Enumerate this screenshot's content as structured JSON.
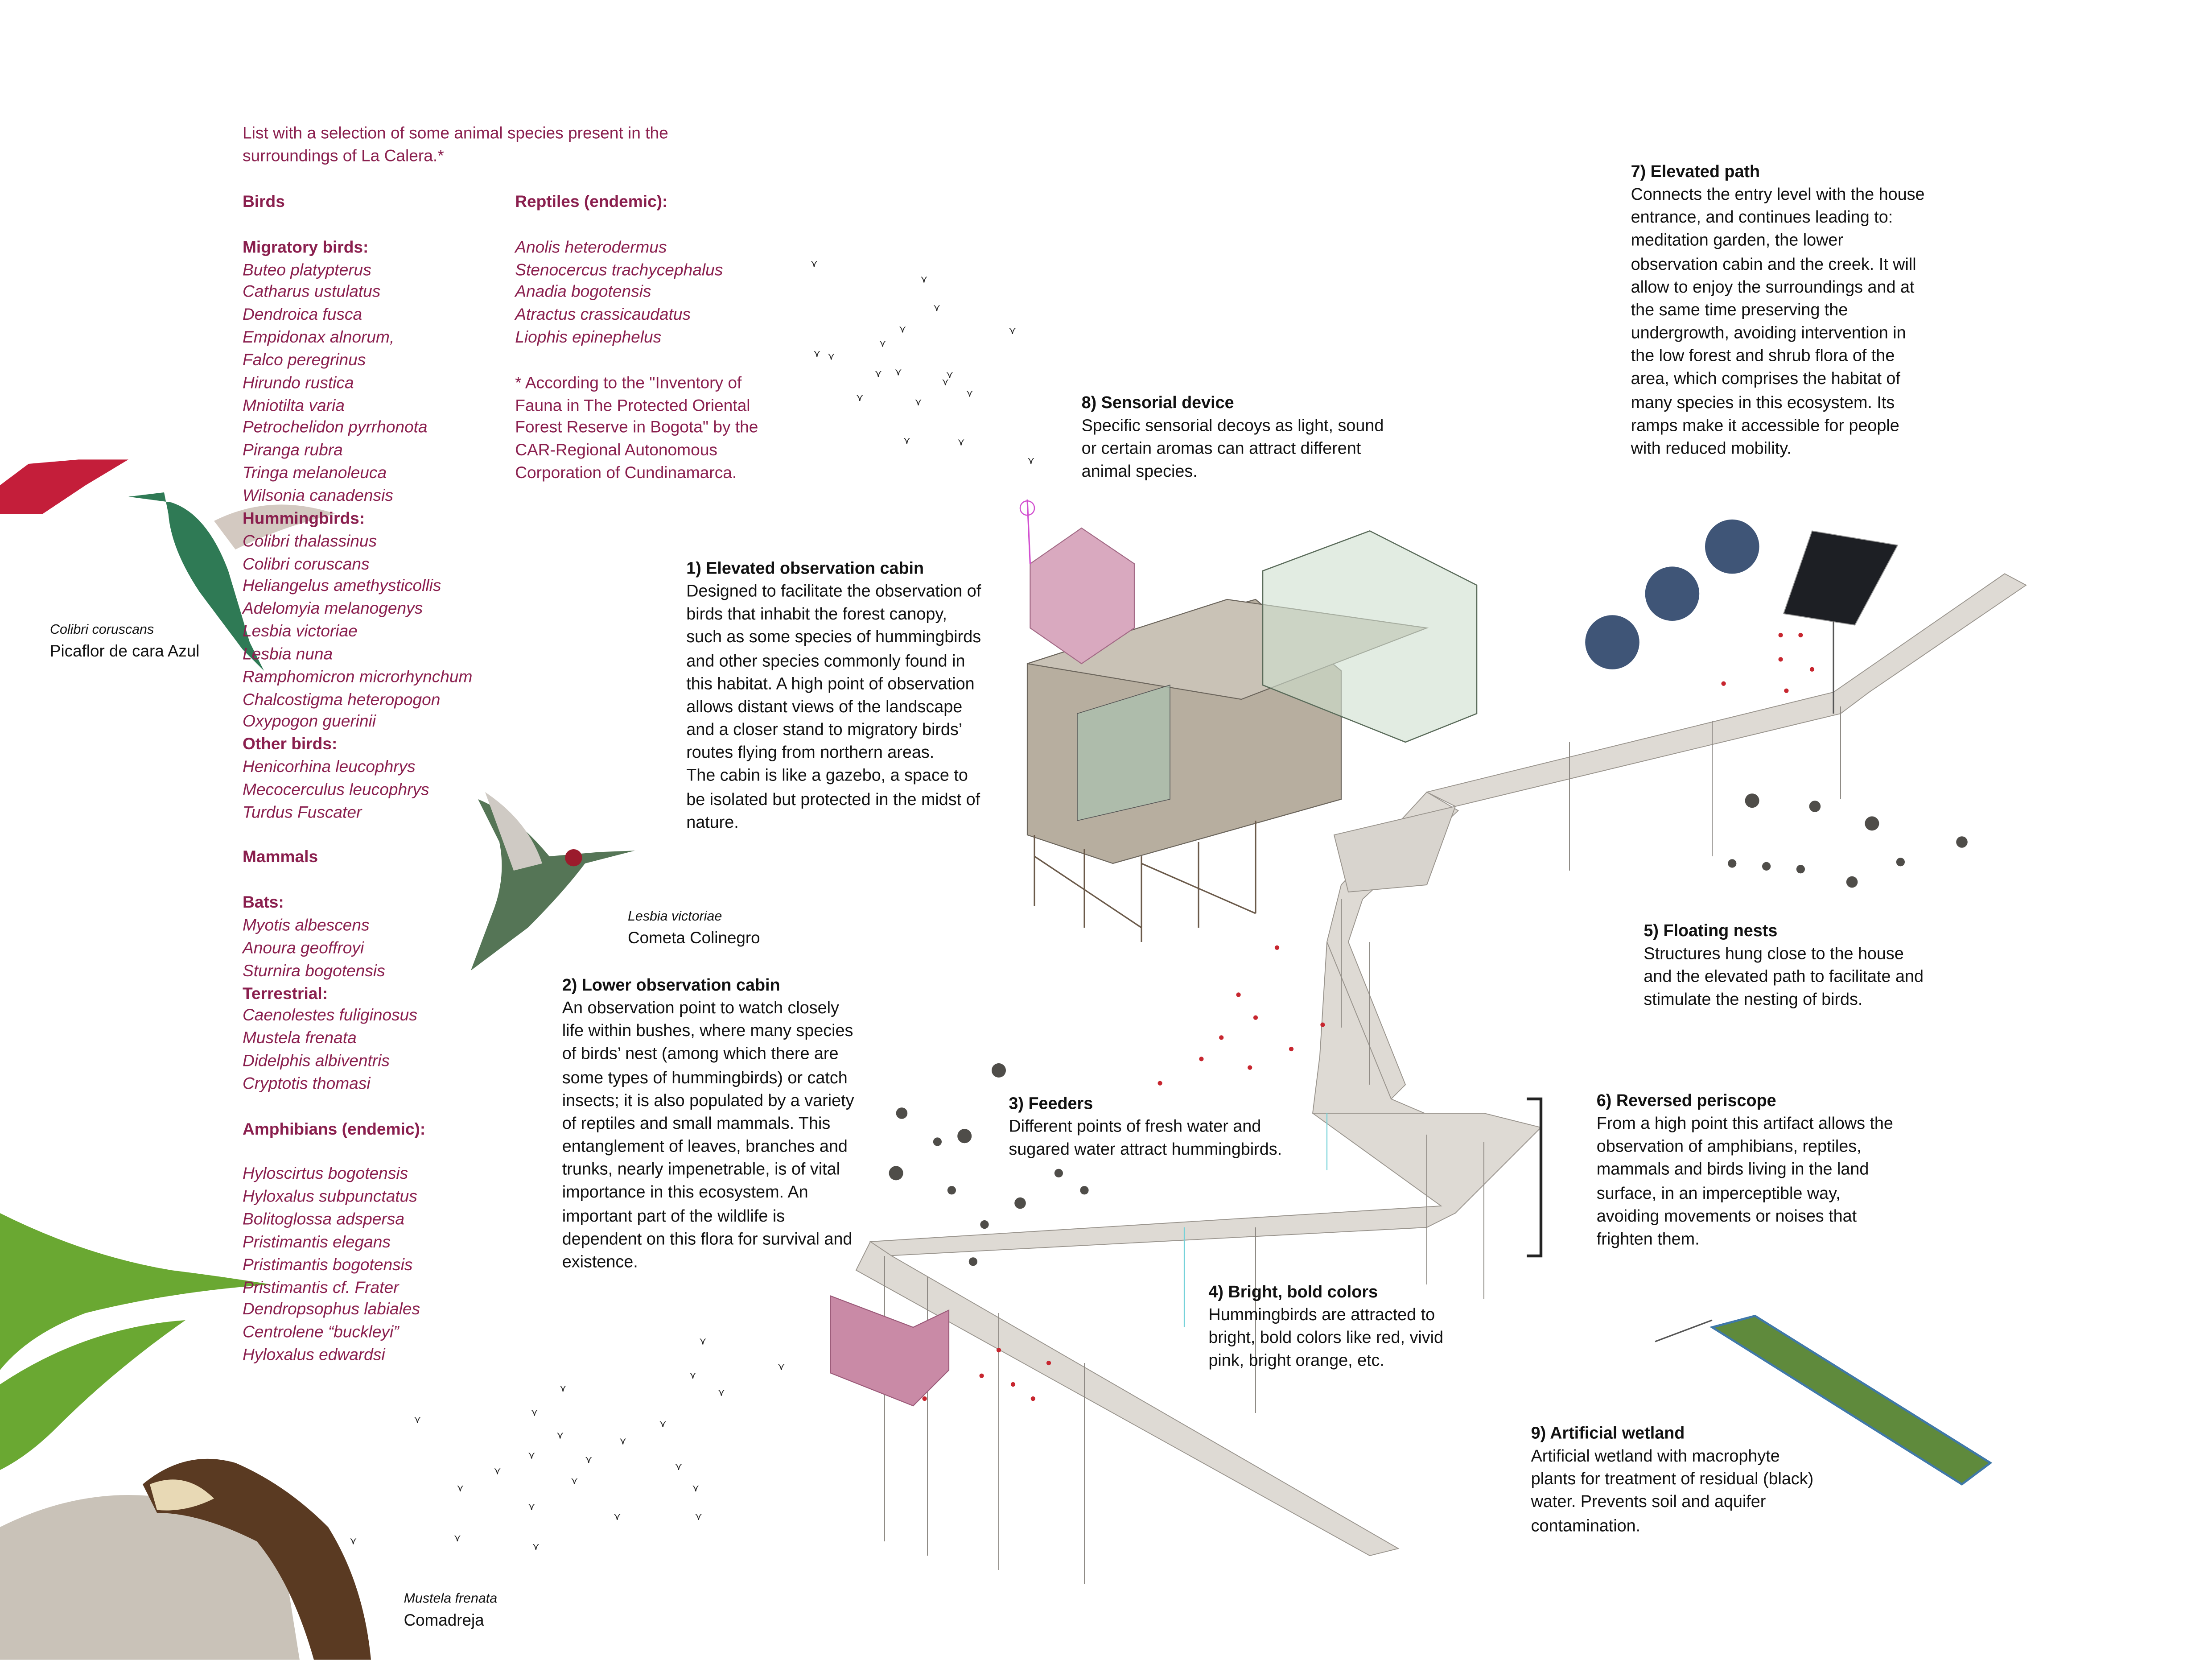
{
  "intro": "List with a selection of some animal species present in the surroundings of La Calera.*",
  "birds": {
    "title": "Birds",
    "migratory_title": "Migratory birds:",
    "migratory": [
      "Buteo platypterus",
      "Catharus ustulatus",
      "Dendroica fusca",
      "Empidonax alnorum,",
      "Falco peregrinus",
      "Hirundo rustica",
      "Mniotilta varia",
      "Petrochelidon pyrrhonota",
      "Piranga rubra",
      "Tringa melanoleuca",
      "Wilsonia canadensis"
    ],
    "hummingbirds_title": "Hummingbirds:",
    "hummingbirds": [
      "Colibri thalassinus",
      "Colibri coruscans",
      "Heliangelus amethysticollis",
      "Adelomyia melanogenys",
      "Lesbia victoriae",
      "Lesbia nuna",
      "Ramphomicron microrhynchum",
      "Chalcostigma heteropogon",
      "Oxypogon guerinii"
    ],
    "other_title": "Other birds:",
    "other": [
      "Henicorhina leucophrys",
      "Mecocerculus leucophrys",
      "Turdus Fuscater"
    ]
  },
  "mammals": {
    "title": "Mammals",
    "bats_title": "Bats:",
    "bats": [
      "Myotis albescens",
      "Anoura geoffroyi",
      "Sturnira bogotensis"
    ],
    "terrestrial_title": "Terrestrial:",
    "terrestrial": [
      "Caenolestes fuliginosus",
      "Mustela frenata",
      "Didelphis albiventris",
      "Cryptotis thomasi"
    ]
  },
  "amphibians": {
    "title": "Amphibians (endemic):",
    "items": [
      "Hyloscirtus bogotensis",
      "Hyloxalus subpunctatus",
      "Bolitoglossa adspersa",
      "Pristimantis elegans",
      "Pristimantis bogotensis",
      "Pristimantis cf. Frater",
      "Dendropsophus labiales",
      "Centrolene “buckleyi”",
      "Hyloxalus edwardsi"
    ]
  },
  "reptiles": {
    "title": "Reptiles (endemic):",
    "items": [
      "Anolis heterodermus",
      "Stenocercus trachycephalus",
      "Anadia bogotensis",
      "Atractus crassicaudatus",
      "Liophis epinephelus"
    ]
  },
  "source_note": "* According to the \"Inventory of Fauna in The Protected Oriental Forest Reserve in Bogota\" by the CAR-Regional Autonomous Corporation of Cundinamarca.",
  "captions": [
    {
      "scientific": "Colibri coruscans",
      "common": "Picaflor de cara Azul"
    },
    {
      "scientific": "Lesbia victoriae",
      "common": "Cometa Colinegro"
    },
    {
      "scientific": "Mustela frenata",
      "common": "Comadreja"
    }
  ],
  "features": [
    {
      "title": "1) Elevated observation cabin",
      "text": "Designed to facilitate the observation of birds that inhabit the forest canopy, such as some species of hummingbirds and other species commonly found in this habitat. A high point of observation allows distant views of the landscape and a closer stand to migratory birds’ routes flying from northern areas.",
      "text2": "The cabin is like a gazebo, a space to be isolated but protected in the midst of nature."
    },
    {
      "title": "2) Lower observation cabin",
      "text": "An observation point to watch closely life within bushes, where many species of birds’ nest (among which there are some types of hummingbirds) or catch insects; it is also populated by a variety of reptiles and small mammals. This entanglement of leaves, branches and trunks, nearly impenetrable, is of vital importance in this ecosystem. An important part of the wildlife is dependent on this flora for survival and existence."
    },
    {
      "title": "3) Feeders",
      "text": "Different points of fresh water and sugared water attract hummingbirds."
    },
    {
      "title": "4) Bright, bold colors",
      "text": "Hummingbirds are attracted to bright, bold colors like red, vivid pink, bright orange, etc."
    },
    {
      "title": "5) Floating nests",
      "text": "Structures hung close to the house and the elevated path to facilitate and stimulate the nesting of birds."
    },
    {
      "title": "6) Reversed periscope",
      "text": "From a high point this artifact allows the observation of amphibians, reptiles, mammals and birds living in the land surface, in an imperceptible way, avoiding movements or noises that frighten them."
    },
    {
      "title": "7) Elevated path",
      "text": "Connects the entry level with the house entrance, and continues leading to: meditation garden, the lower observation cabin and the creek. It will allow to enjoy the surroundings and at the same time preserving the undergrowth, avoiding intervention in the low forest and shrub flora of the area, which comprises the habitat of many species in this ecosystem. Its ramps make it accessible for people with reduced mobility."
    },
    {
      "title": "8) Sensorial device",
      "text": "Specific sensorial decoys as light, sound or certain aromas can attract different animal species."
    },
    {
      "title": "9) Artificial wetland",
      "text": "Artificial wetland with macrophyte plants for treatment of residual (black) water. Prevents soil and aquifer contamination."
    }
  ],
  "colors": {
    "accent": "#8a1f4e",
    "walkway": "#dcd8d2",
    "cabin": "#b9b1a5",
    "pink": "#c98aa6",
    "sphere": "#3f5577"
  }
}
